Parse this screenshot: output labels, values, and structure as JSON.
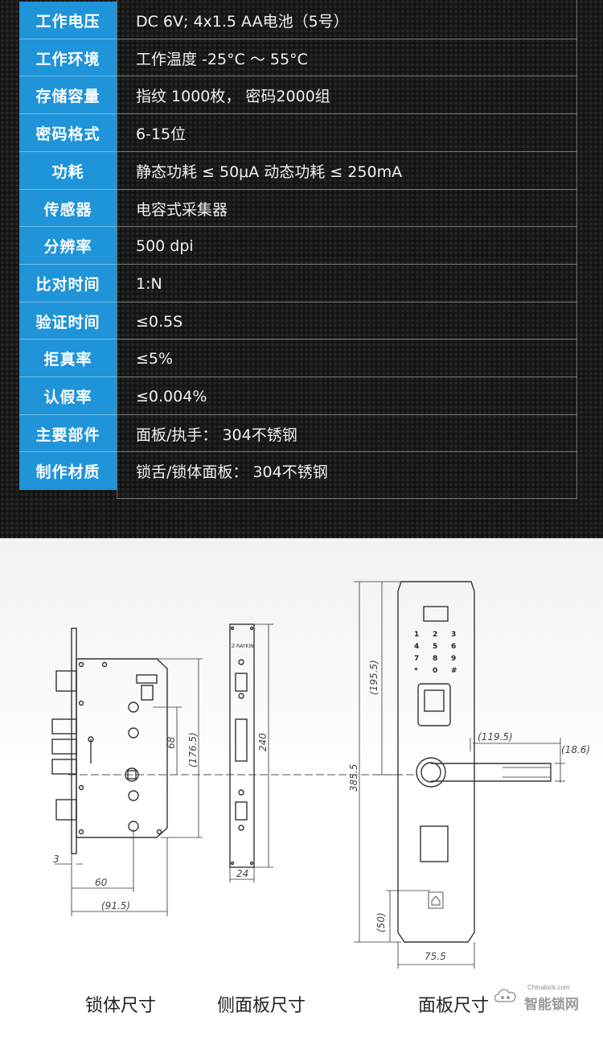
{
  "specs": [
    {
      "label": "工作电压",
      "value": "DC 6V; 4x1.5 AA电池（5号）"
    },
    {
      "label": "工作环境",
      "value": "工作温度 -25°C ～ 55°C"
    },
    {
      "label": "存储容量",
      "value": "指纹 1000枚， 密码2000组"
    },
    {
      "label": "密码格式",
      "value": "6-15位"
    },
    {
      "label": "功耗",
      "value": "静态功耗 ≤ 50μA    动态功耗 ≤  250mA"
    },
    {
      "label": "传感器",
      "value": "电容式采集器"
    },
    {
      "label": "分辨率",
      "value": "500 dpi"
    },
    {
      "label": "比对时间",
      "value": "1:N"
    },
    {
      "label": "验证时间",
      "value": "≤0.5S"
    },
    {
      "label": "拒真率",
      "value": "≤5%"
    },
    {
      "label": "认假率",
      "value": "≤0.004%"
    },
    {
      "label": "主要部件",
      "value": "面板/执手： 304不锈钢"
    },
    {
      "label": "制作材质",
      "value": "锁舌/锁体面板： 304不锈钢"
    }
  ],
  "diagram": {
    "lock_body": {
      "dim_3": "3",
      "dim_60": "60",
      "dim_91_5": "(91.5)",
      "dim_68": "68",
      "dim_176_5": "(176.5)"
    },
    "side_panel": {
      "brand": "Z-RAYKIN",
      "dim_240": "240",
      "dim_24": "24"
    },
    "face_panel": {
      "dim_195_5": "(195.5)",
      "dim_385_5": "385.5",
      "dim_119_5": "(119.5)",
      "dim_18_6": "(18.6)",
      "dim_50": "(50)",
      "dim_75_5": "75.5",
      "keys": [
        "1",
        "2",
        "3",
        "4",
        "5",
        "6",
        "7",
        "8",
        "9",
        "*",
        "0",
        "#"
      ]
    }
  },
  "captions": {
    "lock_body": "锁体尺寸",
    "side_panel": "侧面板尺寸",
    "face_panel": "面板尺寸"
  },
  "watermark": {
    "text": "智能锁网",
    "url": "Chinalock.com"
  },
  "colors": {
    "key_bg": "#1f94d9",
    "page_dark": "#141414"
  }
}
